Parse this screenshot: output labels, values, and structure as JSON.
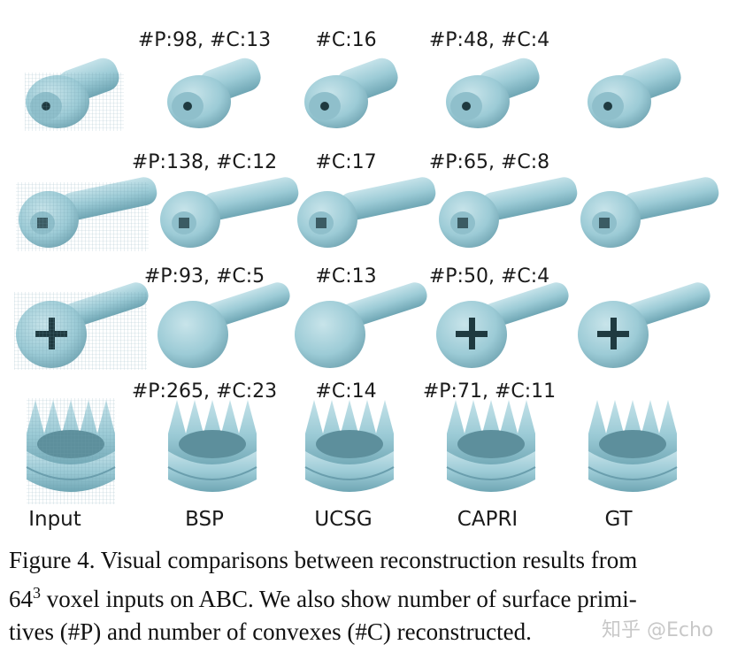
{
  "columns": [
    "Input",
    "BSP",
    "UCSG",
    "CAPRI",
    "GT"
  ],
  "rows": [
    {
      "name": "bolt-short",
      "labels": [
        "",
        "#P:98, #C:13",
        "#C:16",
        "#P:48, #C:4",
        ""
      ]
    },
    {
      "name": "bolt-long",
      "labels": [
        "",
        "#P:138, #C:12",
        "#C:17",
        "#P:65, #C:8",
        ""
      ]
    },
    {
      "name": "screw",
      "labels": [
        "",
        "#P:93, #C:5",
        "#C:13",
        "#P:50, #C:4",
        ""
      ]
    },
    {
      "name": "crown",
      "labels": [
        "",
        "#P:265, #C:23",
        "#C:14",
        "#P:71, #C:11",
        ""
      ]
    }
  ],
  "caption": {
    "line1": "Figure 4. Visual comparisons between reconstruction results from",
    "line2_base": "64",
    "line2_sup": "3",
    "line2_rest": " voxel inputs on ABC. We also show number of surface primi-",
    "line3": "tives (#P) and number of convexes (#C) reconstructed."
  },
  "watermark": "知乎 @Echo",
  "colors": {
    "object": "#9ccbd6",
    "object_dark": "#6fa7b5",
    "object_light": "#c2e1e8",
    "hole": "#1f3a40"
  }
}
